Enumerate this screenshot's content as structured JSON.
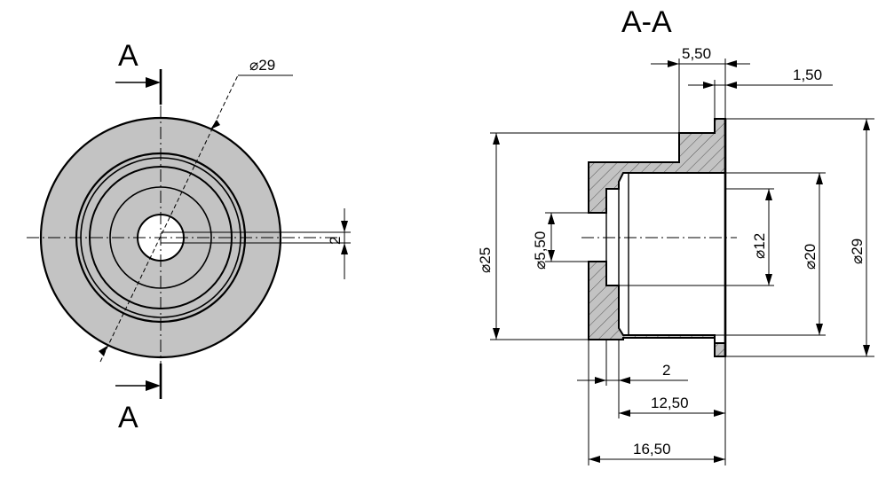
{
  "section_marks": {
    "top": "A",
    "bottom": "A",
    "section_title": "A-A"
  },
  "front_view": {
    "diameter_29": "⌀29",
    "offset_2": "2"
  },
  "section_view": {
    "dim_5_50_top": "5,50",
    "dim_1_50": "1,50",
    "dia_25": "⌀25",
    "dia_5_50": "⌀5,50",
    "dia_12": "⌀12",
    "dia_20": "⌀20",
    "dia_29": "⌀29",
    "dim_2": "2",
    "dim_12_50": "12,50",
    "dim_16_50": "16,50"
  },
  "colors": {
    "fill_gray": "#c3c3c3",
    "line": "#000000",
    "background": "#ffffff"
  }
}
